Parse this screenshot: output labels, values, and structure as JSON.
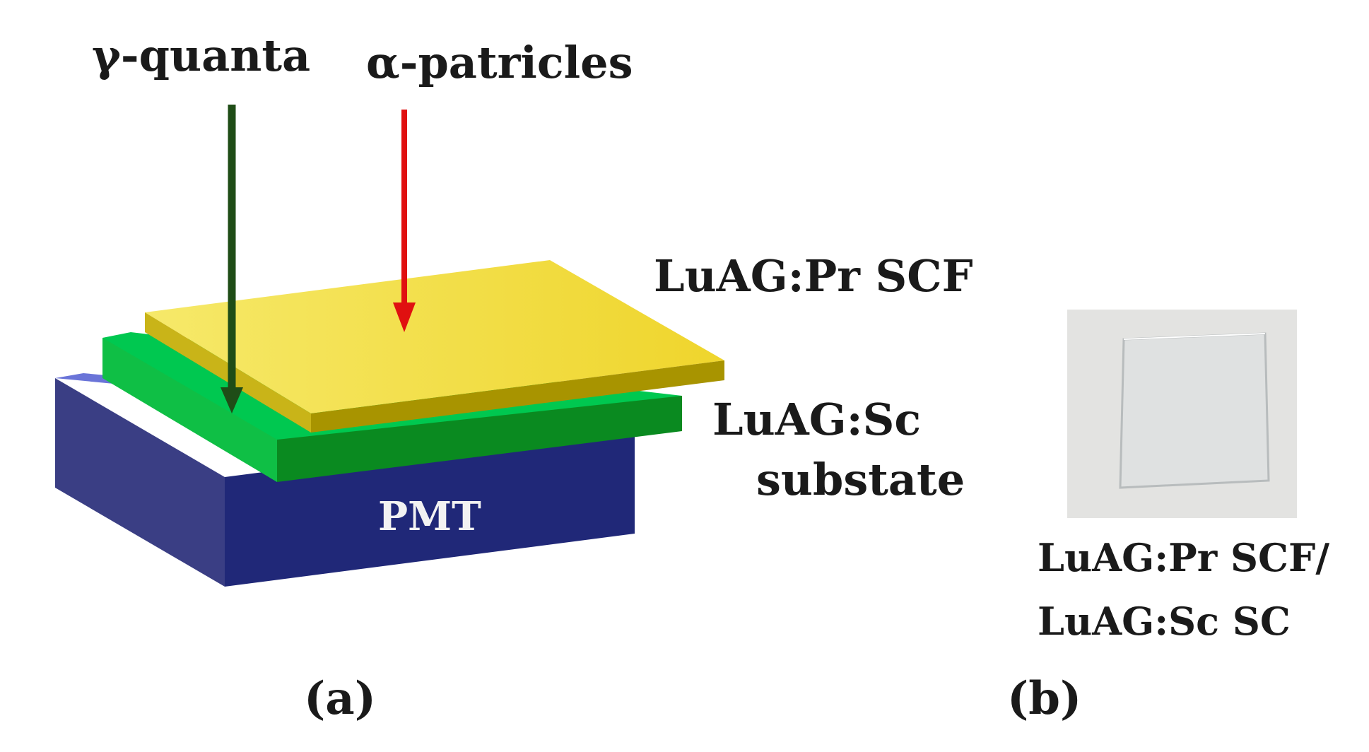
{
  "labels": {
    "gamma": "γ-quanta",
    "alpha": "α-patricles",
    "scf": "LuAG:Pr SCF",
    "sub_line1": "LuAG:Sc",
    "sub_line2": "substate",
    "pmt": "PMT",
    "sample_line1": "LuAG:Pr SCF/",
    "sample_line2": "LuAG:Sc SC",
    "panel_a": "(a)",
    "panel_b": "(b)"
  },
  "colors": {
    "gamma_arrow": "#1f4d17",
    "alpha_arrow": "#e01010",
    "scf_top": "#f0e040",
    "scf_side": "#a89400",
    "sub_top": "#00c850",
    "sub_front": "#0a8a20",
    "pmt_top": "#6a74d8",
    "pmt_front": "#202878",
    "pmt_left": "#3a3e84",
    "sample_bg": "#e3e3e1"
  },
  "icons": {
    "sample": "sample-photo-icon"
  }
}
